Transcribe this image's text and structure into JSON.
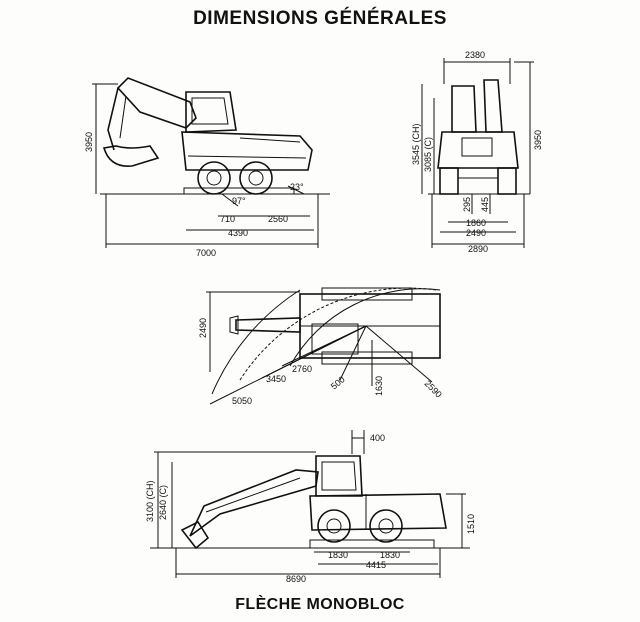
{
  "titles": {
    "main": "DIMENSIONS GÉNÉRALES",
    "footer": "FLÈCHE MONOBLOC"
  },
  "views": {
    "side_top": {
      "height": "3950",
      "wheel_offset": "710",
      "wheelbase": "2560",
      "length_body": "4390",
      "length_total": "7000",
      "angle_front": "97°",
      "angle_rear": "23°"
    },
    "rear": {
      "top_width": "2380",
      "height_ch": "3545 (CH)",
      "height_c": "3085 (C)",
      "height_total": "3950",
      "clearance_295": "295",
      "clearance_445": "445",
      "track": "1860",
      "width_2490": "2490",
      "width_2890": "2890"
    },
    "plan": {
      "width": "2490",
      "r2760": "2760",
      "r3450": "3450",
      "r5050": "5050",
      "r500": "500",
      "r1630": "1630",
      "r2590": "2590"
    },
    "side_bottom": {
      "cab_offset": "400",
      "height_ch": "3100 (CH)",
      "height_c": "2640 (C)",
      "body_height": "1510",
      "axle_front": "1830",
      "axle_rear": "1830",
      "length_4415": "4415",
      "length_total": "8690"
    }
  }
}
